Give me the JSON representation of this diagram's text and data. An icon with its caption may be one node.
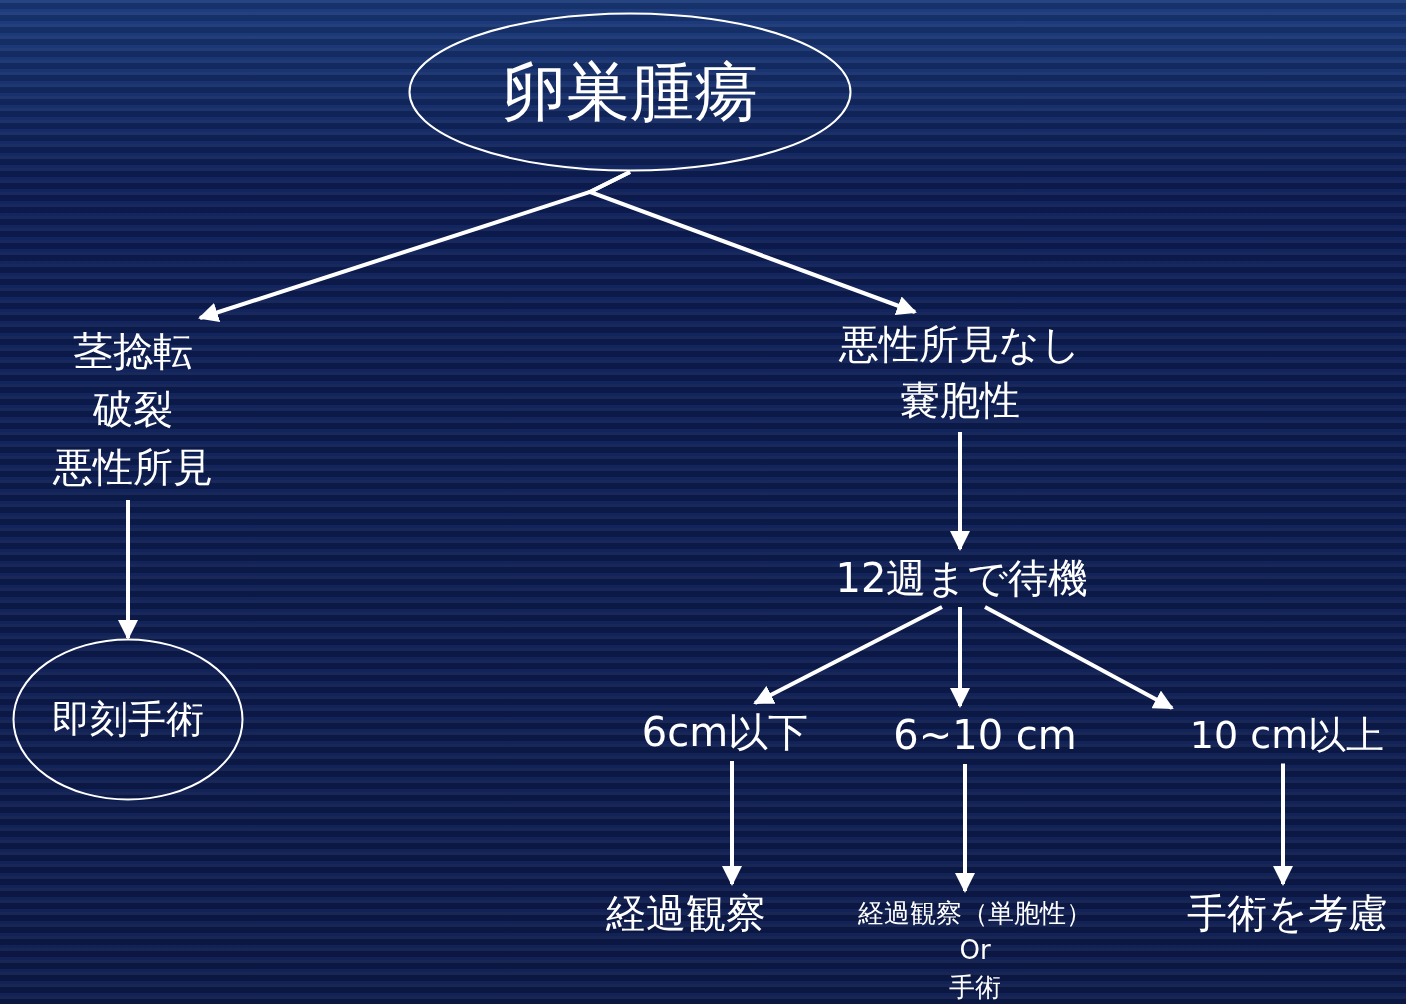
{
  "diagram": {
    "nodes": [
      {
        "text": [
          "卵巣腫瘍"
        ]
      },
      {
        "text": [
          "茎捻転",
          "破裂",
          "悪性所見"
        ]
      },
      {
        "text": [
          "即刻手術"
        ]
      },
      {
        "text": [
          "悪性所見なし",
          "嚢胞性"
        ]
      },
      {
        "text": [
          "12週まで待機"
        ]
      },
      {
        "text": [
          "6cm以下"
        ]
      },
      {
        "text": [
          "6~10 cm"
        ]
      },
      {
        "text": [
          "10 cm以上"
        ]
      },
      {
        "text": [
          "経過観察"
        ]
      },
      {
        "text": [
          "経過観察（単胞性）",
          "Or",
          "手術"
        ]
      },
      {
        "text": [
          "手術を考慮"
        ]
      }
    ],
    "edges": [
      {
        "from": 0,
        "to": 1,
        "arrow": "to"
      },
      {
        "from": 0,
        "to": 3,
        "arrow": "to"
      },
      {
        "from": 1,
        "to": 2,
        "arrow": "to"
      },
      {
        "from": 3,
        "to": 4,
        "arrow": "to"
      },
      {
        "from": 4,
        "to": 5,
        "arrow": "to"
      },
      {
        "from": 4,
        "to": 6,
        "arrow": "to"
      },
      {
        "from": 4,
        "to": 7,
        "arrow": "to"
      },
      {
        "from": 5,
        "to": 8,
        "arrow": "to"
      },
      {
        "from": 6,
        "to": 9,
        "arrow": "to"
      },
      {
        "from": 7,
        "to": 10,
        "arrow": "to"
      }
    ]
  }
}
